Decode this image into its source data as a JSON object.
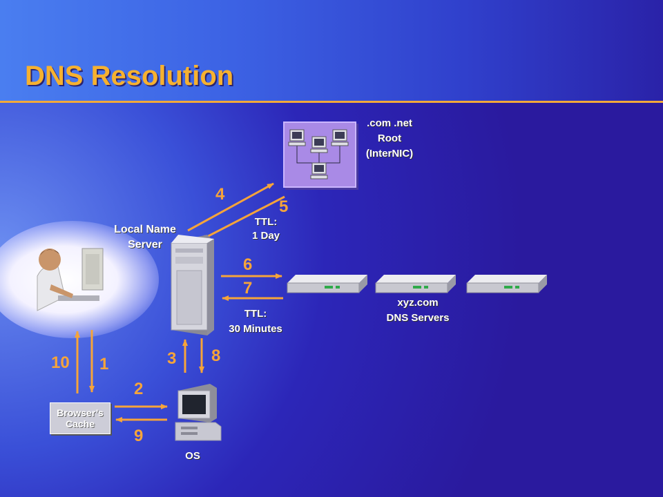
{
  "title": "DNS Resolution",
  "root": {
    "line1": ".com  .net",
    "line2": "Root",
    "line3": "(InterNIC)"
  },
  "local_server": {
    "line1": "Local Name",
    "line2": "Server"
  },
  "ttl_root": {
    "line1": "TTL:",
    "line2": "1 Day"
  },
  "ttl_xyz": {
    "line1": "TTL:",
    "line2": "30 Minutes"
  },
  "xyz": {
    "line1": "xyz.com",
    "line2": "DNS Servers"
  },
  "cache": {
    "line1": "Browser’s",
    "line2": "Cache"
  },
  "os_label": "OS",
  "steps": {
    "s1": "1",
    "s2": "2",
    "s3": "3",
    "s4": "4",
    "s5": "5",
    "s6": "6",
    "s7": "7",
    "s8": "8",
    "s9": "9",
    "s10": "10"
  },
  "colors": {
    "arrow": "#f6a43a",
    "title": "#f6b130",
    "background": "#2c26b8"
  }
}
